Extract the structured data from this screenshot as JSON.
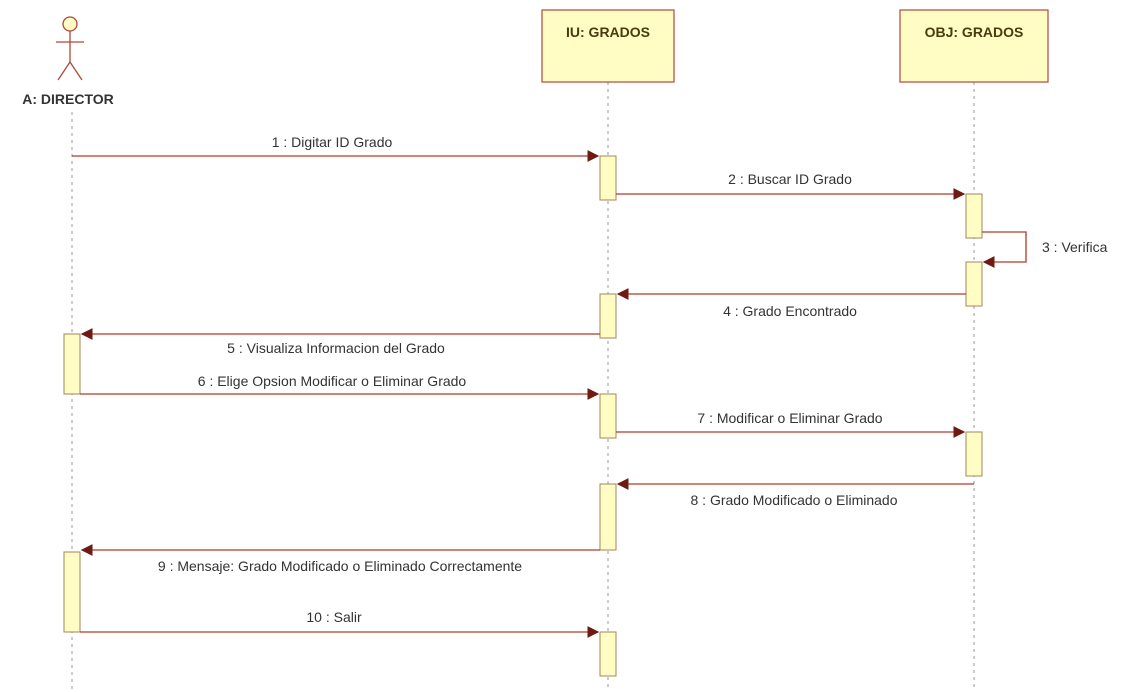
{
  "colors": {
    "box_fill": "#fffdc4",
    "box_stroke": "#b0473b",
    "activation_fill": "#fffdc4",
    "activation_stroke": "#a0865a",
    "message_line": "#b23a2a",
    "arrowhead": "#6e1a12",
    "lifeline": "#999999"
  },
  "participants": [
    {
      "id": "director",
      "kind": "actor",
      "label": "A: DIRECTOR",
      "icon": "stick-figure-icon"
    },
    {
      "id": "iu",
      "kind": "box",
      "label": "IU: GRADOS"
    },
    {
      "id": "obj",
      "kind": "box",
      "label": "OBJ: GRADOS"
    }
  ],
  "messages": [
    {
      "label": "1 : Digitar ID Grado",
      "from": "director",
      "to": "iu"
    },
    {
      "label": "2 : Buscar ID Grado",
      "from": "iu",
      "to": "obj"
    },
    {
      "label": "3 : Verifica",
      "from": "obj",
      "to": "obj"
    },
    {
      "label": "4 : Grado Encontrado",
      "from": "obj",
      "to": "iu"
    },
    {
      "label": "5 : Visualiza Informacion del Grado",
      "from": "iu",
      "to": "director"
    },
    {
      "label": "6 : Elige Opsion Modificar o Eliminar Grado",
      "from": "director",
      "to": "iu"
    },
    {
      "label": "7 : Modificar o Eliminar Grado",
      "from": "iu",
      "to": "obj"
    },
    {
      "label": "8 : Grado Modificado o Eliminado",
      "from": "obj",
      "to": "iu"
    },
    {
      "label": "9 : Mensaje: Grado Modificado o Eliminado Correctamente",
      "from": "iu",
      "to": "director"
    },
    {
      "label": "10 : Salir",
      "from": "director",
      "to": "iu"
    }
  ]
}
